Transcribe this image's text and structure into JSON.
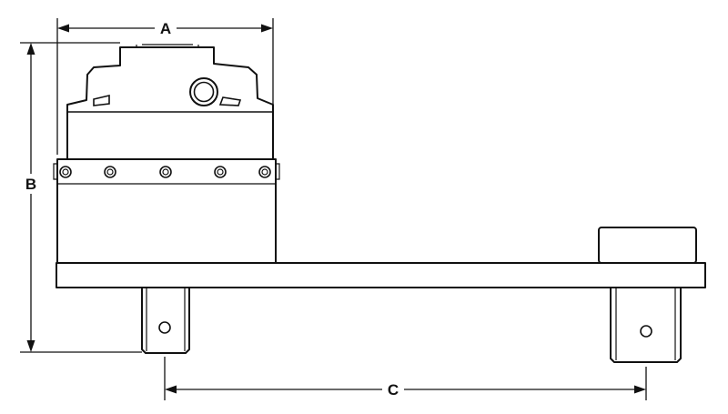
{
  "dimensions": {
    "a": {
      "label": "A"
    },
    "b": {
      "label": "B"
    },
    "c": {
      "label": "C"
    }
  },
  "colors": {
    "line": "#111111",
    "fill": "#ffffff"
  }
}
